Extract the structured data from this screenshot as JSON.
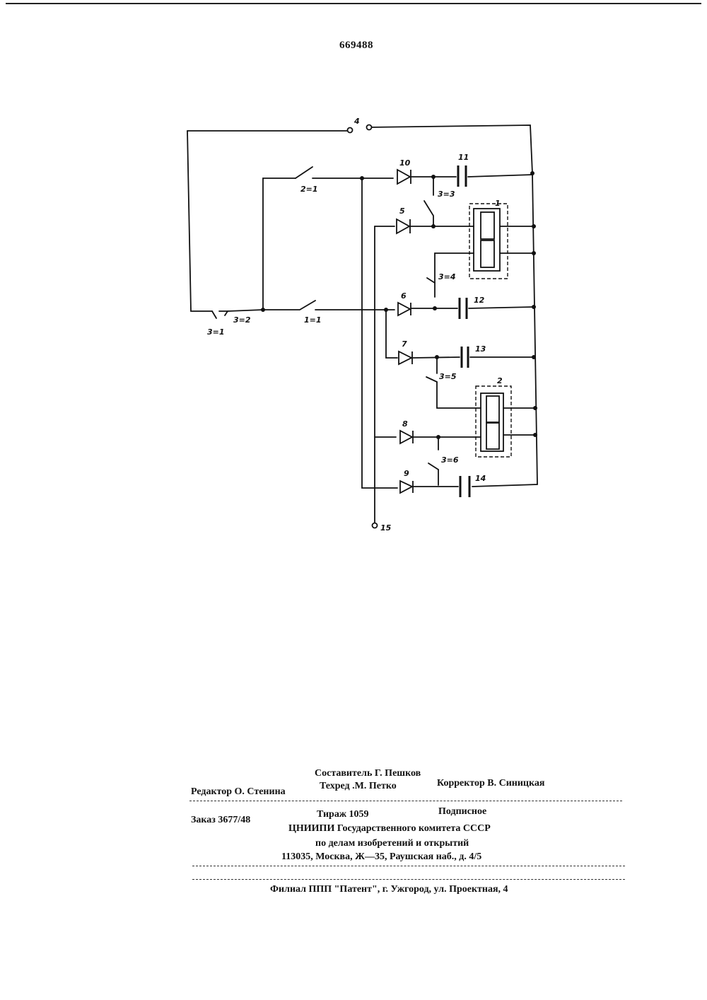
{
  "patent_number": "669488",
  "schematic": {
    "labels": {
      "power_switch": "4",
      "terminal": "15",
      "unit_1": "1",
      "unit_2": "2",
      "diode_5": "5",
      "diode_6": "6",
      "diode_7": "7",
      "diode_8": "8",
      "diode_9": "9",
      "diode_10": "10",
      "cap_11": "11",
      "cap_12": "12",
      "cap_13": "13",
      "cap_14": "14",
      "contact_1_1": "1=1",
      "contact_2_1": "2=1",
      "contact_3_1": "3=1",
      "contact_3_2": "3=2",
      "contact_3_3": "3=3",
      "contact_3_4": "3=4",
      "contact_3_5": "3=5",
      "contact_3_6": "3=6"
    }
  },
  "imprint": {
    "compiler": "Составитель Г. Пешков",
    "editor": "Редактор О. Стенина",
    "techred": "Техред .М. Петко",
    "corrector": "Корректор  В. Синицкая",
    "order": "Заказ 3677/48",
    "circulation": "Тираж 1059",
    "subscription": "Подписное",
    "org": "ЦНИИПИ Государственного комитета СССР",
    "org_dept": "по делам изобретений и открытий",
    "address": "113035, Москва, Ж—35, Раушская наб., д. 4/5",
    "branch": "Филиал ППП \"Патент\", г. Ужгород, ул. Проектная, 4"
  }
}
